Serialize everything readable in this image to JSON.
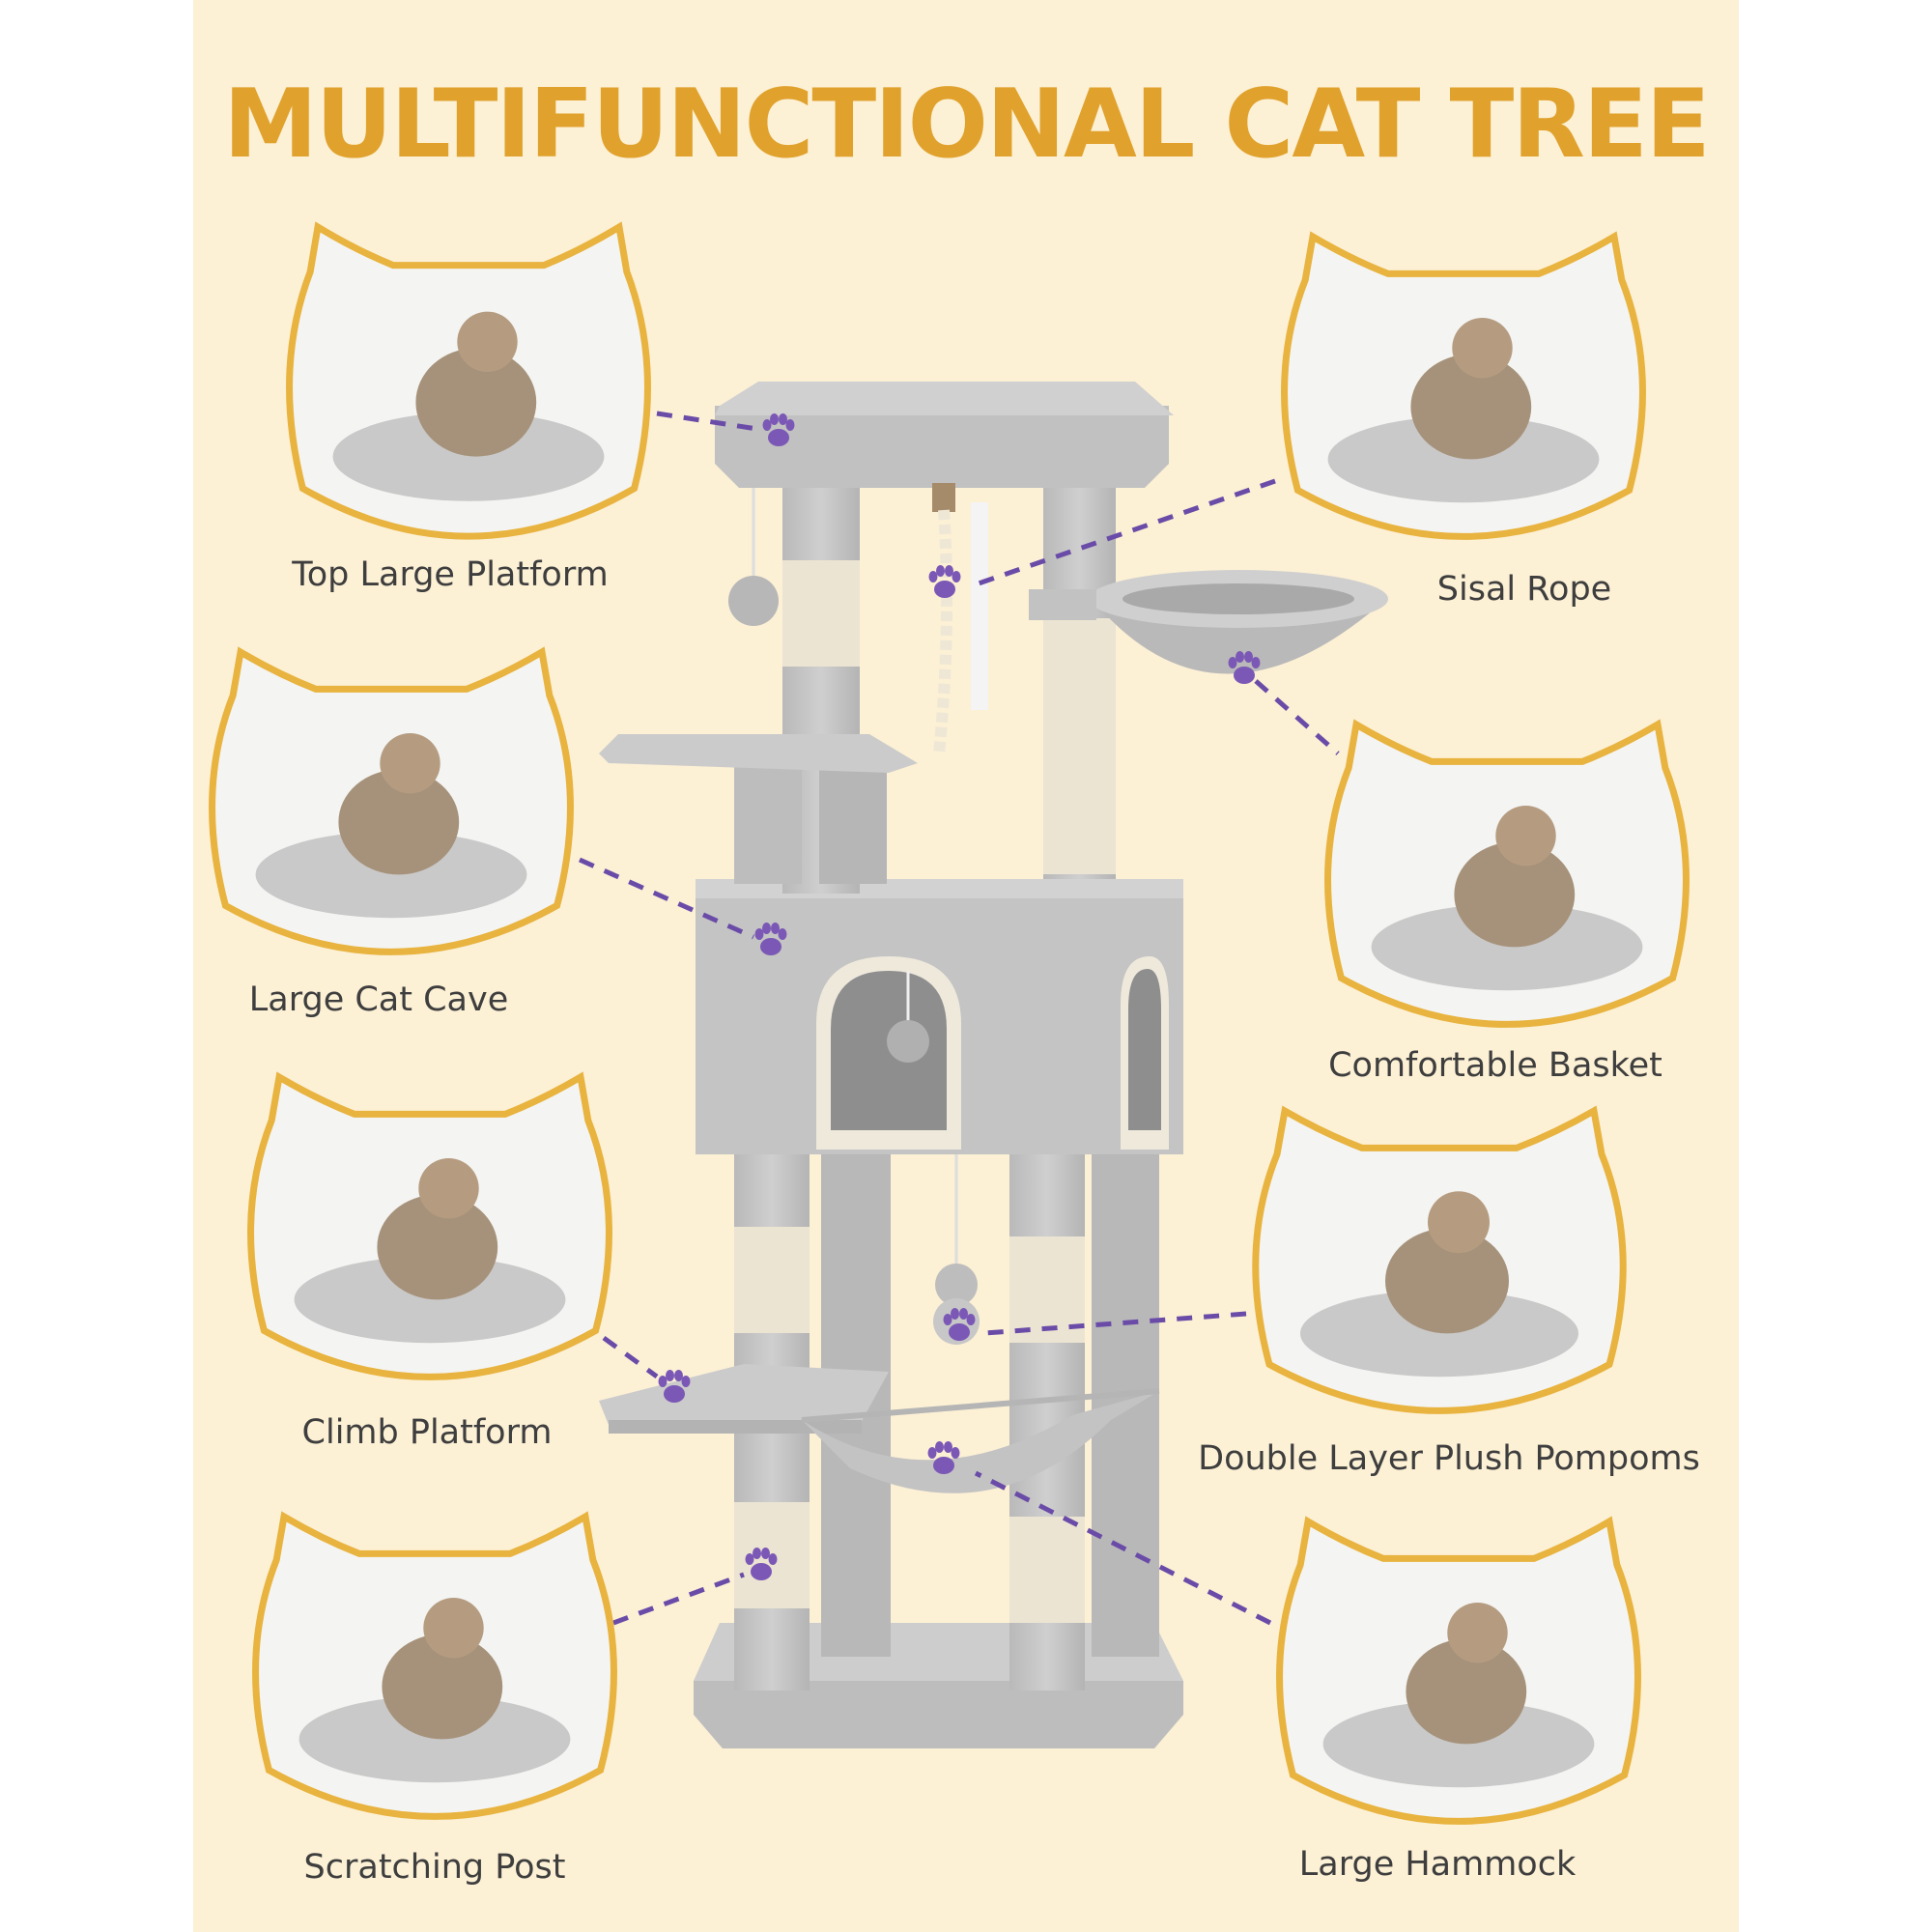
{
  "title": "MULTIFUNCTIONAL CAT TREE",
  "colors": {
    "background": "#fcf0d5",
    "title": "#e0a22c",
    "frame_border": "#e8b33e",
    "connector": "#6a4ca8",
    "paw": "#7b58b5",
    "plush": "#c8c8c8",
    "sisal": "#ece4d2",
    "label_text": "#3e3e3e"
  },
  "features": [
    {
      "label": "Top Large Platform",
      "icon": "cat-on-platform-photo"
    },
    {
      "label": "Sisal Rope",
      "icon": "cat-with-rope-photo"
    },
    {
      "label": "Large Cat Cave",
      "icon": "kitten-in-cave-photo"
    },
    {
      "label": "Comfortable Basket",
      "icon": "kitten-in-basket-photo"
    },
    {
      "label": "Climb Platform",
      "icon": "kitten-on-platform-photo"
    },
    {
      "label": "Double Layer Plush Pompoms",
      "icon": "cat-playing-pompom-photo"
    },
    {
      "label": "Scratching Post",
      "icon": "kitten-scratching-photo"
    },
    {
      "label": "Large Hammock",
      "icon": "cat-in-hammock-photo"
    }
  ]
}
